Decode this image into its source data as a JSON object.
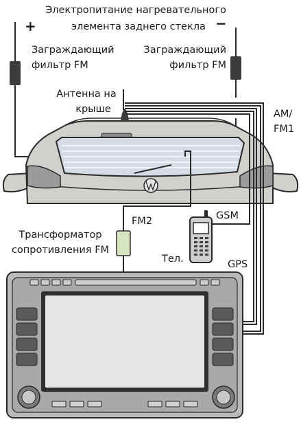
{
  "title": {
    "line1": "Электропитание нагревательного",
    "line2": "элемента заднего стекла"
  },
  "power": {
    "plus": "+",
    "minus": "−"
  },
  "filter_left": {
    "line1": "Заграждающий",
    "line2": "фильтр FM"
  },
  "filter_right": {
    "line1": "Заграждающий",
    "line2": "фильтр FM"
  },
  "antenna": {
    "line1": "Антенна на",
    "line2": "крыше"
  },
  "am_fm1": {
    "line1": "AM/",
    "line2": "FM1"
  },
  "gsm": "GSM",
  "fm2": "FM2",
  "transformer": {
    "line1": "Трансформатор",
    "line2": "сопротивления FM"
  },
  "phone": "Тел.",
  "gps": "GPS",
  "colors": {
    "car_body": "#d2d0cc",
    "glass": "#d6dce6",
    "wire": "#2a2a2a",
    "filter": "#3c3c3c",
    "transformer": "#d6e4c2",
    "unit": "#b9b9b9",
    "screen": "#e6e6e6"
  }
}
